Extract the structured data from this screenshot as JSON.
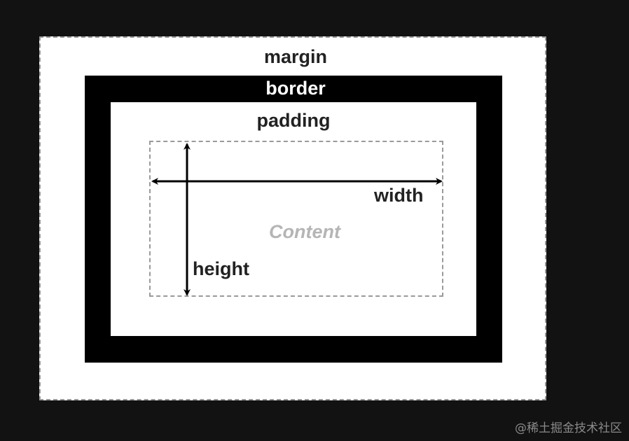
{
  "labels": {
    "margin": "margin",
    "border": "border",
    "padding": "padding",
    "content": "Content",
    "width": "width",
    "height": "height"
  },
  "watermark": "@稀土掘金技术社区",
  "colors": {
    "background": "#121212",
    "margin": "#ffffff",
    "border": "#000000",
    "padding": "#ffffff",
    "dashed_outline": "#9a9a9a",
    "content_text": "#b5b5b5",
    "label_text": "#222222"
  }
}
